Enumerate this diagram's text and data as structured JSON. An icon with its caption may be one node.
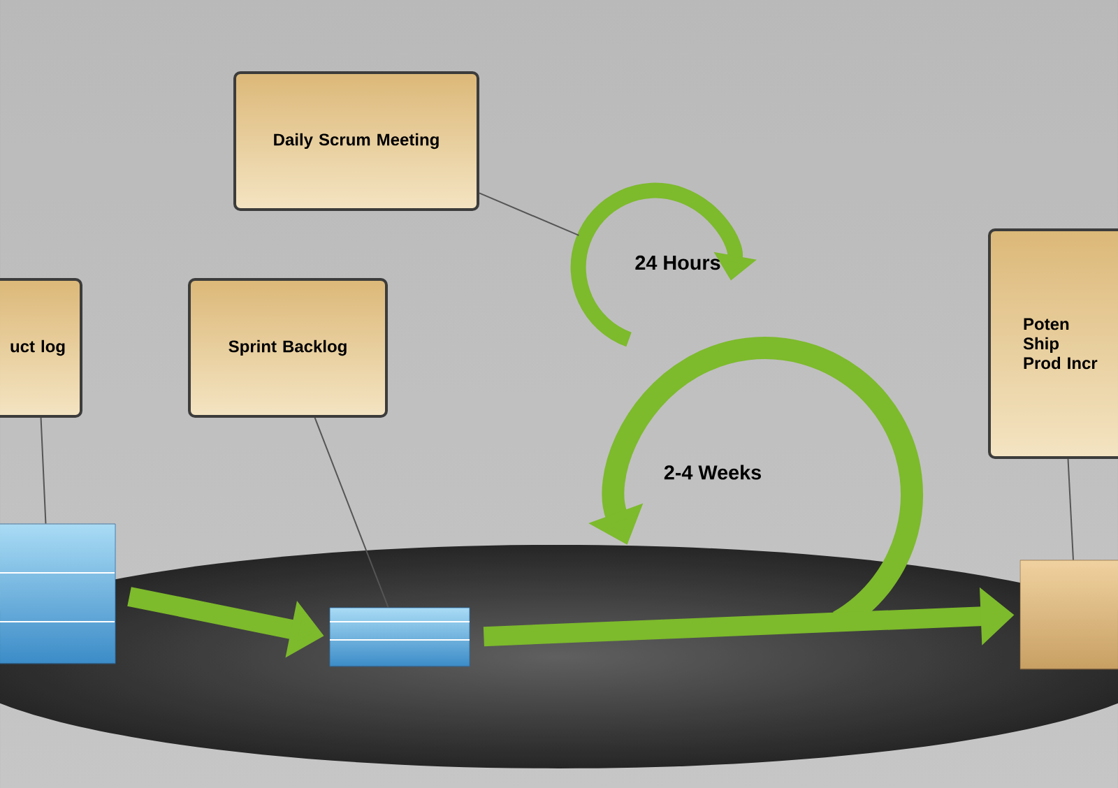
{
  "diagram": {
    "nodes": [
      {
        "text": [
          "Daily Scrum Meeting"
        ]
      },
      {
        "text": [],
        "shape": "loop"
      },
      {
        "text": [
          "uct log"
        ]
      },
      {
        "text": [
          "Sprint Backlog"
        ]
      },
      {
        "text": [
          "Poten Ship Prod Incr"
        ]
      },
      {
        "text": [],
        "shape": "stack"
      },
      {
        "text": [],
        "shape": "stack"
      },
      {
        "text": [],
        "shape": "box"
      }
    ],
    "edges": [
      {
        "from": 0,
        "to": 1,
        "arrow": "none"
      },
      {
        "from": 2,
        "to": 5,
        "arrow": "none"
      },
      {
        "from": 3,
        "to": 6,
        "arrow": "none"
      },
      {
        "from": 4,
        "to": 7,
        "arrow": "none"
      },
      {
        "from": 5,
        "to": 6,
        "arrow": "to",
        "style": "thick",
        "color": "#7dba2c"
      },
      {
        "from": 6,
        "to": 7,
        "arrow": "to",
        "style": "thick",
        "color": "#7dba2c"
      }
    ],
    "labels": [
      "24 Hours",
      "2-4 Weeks"
    ]
  }
}
